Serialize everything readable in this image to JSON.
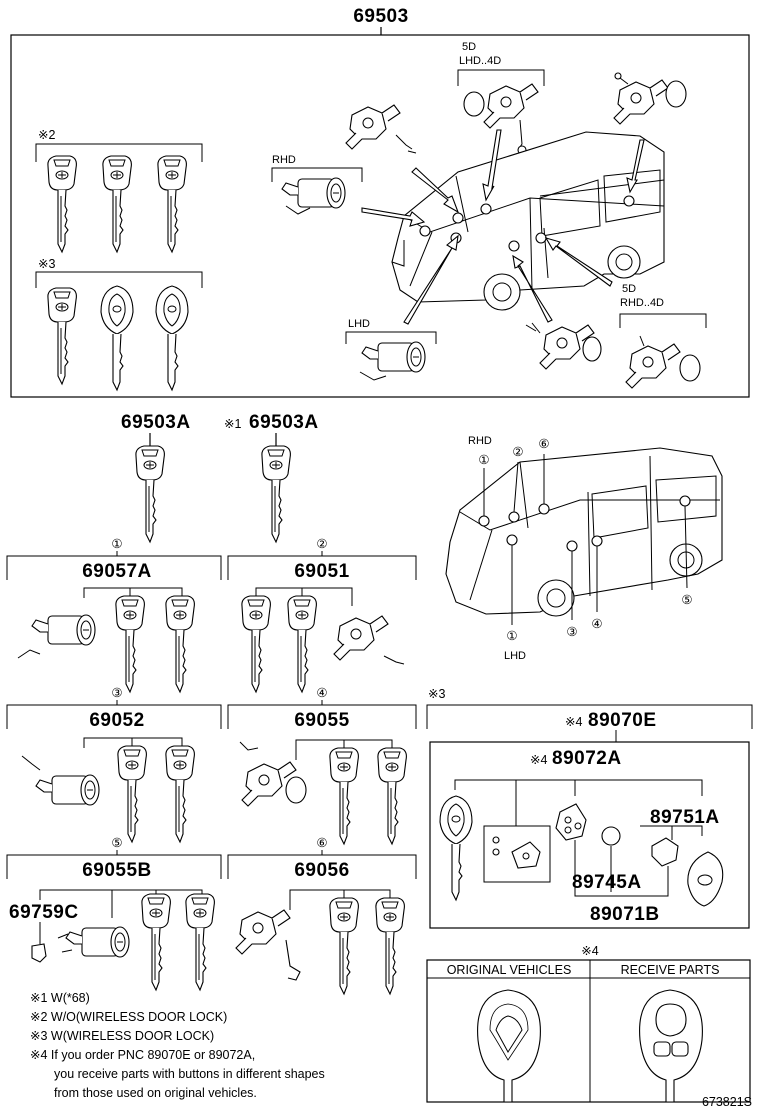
{
  "main_assembly": {
    "part_no": "69503"
  },
  "top_box": {
    "group_notes": {
      "no_wireless": "※2",
      "wireless": "※3"
    },
    "location_labels": {
      "rhd": "RHD",
      "lhd": "LHD",
      "lhd_slide": [
        "5D",
        "LHD..4D"
      ],
      "rhd_slide": [
        "5D",
        "RHD..4D"
      ]
    }
  },
  "keys": {
    "left_part_no": "69503A",
    "right_part_prefix": "※1",
    "right_part_no": "69503A"
  },
  "van_locator": {
    "labels": {
      "rhd": "RHD",
      "lhd": "LHD"
    },
    "markers": [
      "①",
      "②",
      "⑥",
      "①",
      "③",
      "④",
      "⑤"
    ]
  },
  "sets": [
    {
      "marker": "①",
      "part_no": "69057A"
    },
    {
      "marker": "②",
      "part_no": "69051"
    },
    {
      "marker": "③",
      "part_no": "69052"
    },
    {
      "marker": "④",
      "part_no": "69055"
    },
    {
      "marker": "⑤",
      "part_no": "69055B"
    },
    {
      "marker": "⑥",
      "part_no": "69056"
    }
  ],
  "extra_part": {
    "part_no": "69759C"
  },
  "transmitter": {
    "group_note": "※3",
    "assembly_prefix": "※4",
    "assembly_no": "89070E",
    "sub_prefix": "※4",
    "sub_no": "89072A",
    "cover_no": "89751A",
    "battery_no": "89745A",
    "case_no": "89071B"
  },
  "comparison": {
    "note": "※4",
    "original_label": "ORIGINAL VEHICLES",
    "receive_label": "RECEIVE PARTS"
  },
  "footnotes": [
    "※1 W(*68)",
    "※2 W/O(WIRELESS DOOR LOCK)",
    "※3 W(WIRELESS DOOR LOCK)",
    "※4 If you order PNC 89070E or 89072A,",
    "you receive parts with buttons in different shapes",
    "from those used on original vehicles."
  ],
  "figure_id": "673821S"
}
